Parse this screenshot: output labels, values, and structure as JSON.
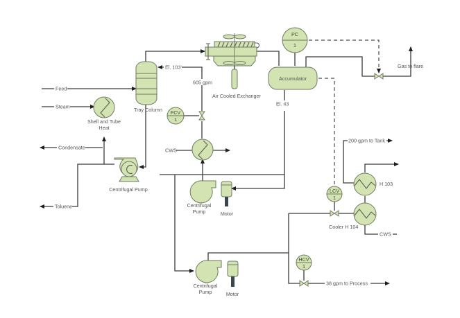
{
  "diagram": {
    "type": "process-flow-diagram",
    "colors": {
      "equipment_fill": "#d3e3b1",
      "equipment_stroke": "#6f7a63",
      "pipe": "#3a3a3a",
      "label_text": "#555555",
      "background": "#ffffff"
    },
    "streams": {
      "feed": "Feed",
      "steam": "Steam",
      "condensate": "Condensate",
      "toluene": "Toluene",
      "cws_left": "CWS",
      "cws_right": "CWS",
      "el_103": "El. 103'",
      "flow_605": "605 gpm",
      "el_43": "El. 43",
      "gas_to_flare": "Gas to flare",
      "to_tank": "200 gpm to Tank",
      "to_process": "38 gpm to Process"
    },
    "equipment": {
      "tray_column": "Tray Column",
      "shell_tube_line1": "Shell and Tube",
      "shell_tube_line2": "Heat",
      "air_cooled_exchanger": "Air Cooled Exchanger",
      "accumulator": "Accumulator",
      "pump_main": "Centrifugal Pump",
      "pump_mid_line1": "Centrifugal",
      "pump_mid_line2": "Pump",
      "motor_mid": "Motor",
      "pump_bottom_line1": "Centrifugal",
      "pump_bottom_line2": "Pump",
      "motor_bottom": "Motor",
      "h103": "H 103",
      "cooler_h104": "Cooler H 104"
    },
    "instruments": {
      "pc": {
        "tag": "PC",
        "number": "1"
      },
      "fcv": {
        "tag": "FCV",
        "number": "1"
      },
      "lcv": {
        "tag": "LCV",
        "number": "1"
      },
      "hcv": {
        "tag": "HCV",
        "number": "1"
      }
    }
  }
}
